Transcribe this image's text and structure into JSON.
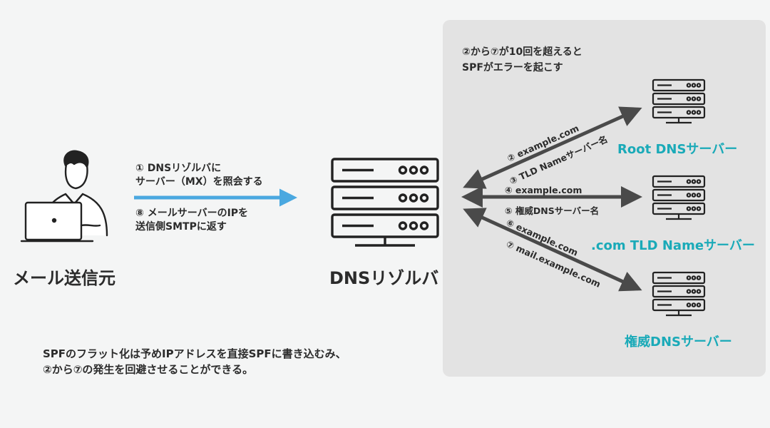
{
  "note": {
    "line1": "②から⑦が10回を超えると",
    "line2": "SPFがエラーを起こす"
  },
  "sender": {
    "label": "メール送信元"
  },
  "resolver": {
    "label": "DNSリゾルバ"
  },
  "request": {
    "line1": "① DNSリゾルバに",
    "line2": "サーバー（MX）を照会する"
  },
  "reply": {
    "line1": "⑧ メールサーバーのIPを",
    "line2": "送信側SMTPに返す"
  },
  "servers": {
    "root": "Root DNSサーバー",
    "tld": ".com TLD Nameサーバー",
    "auth": "権威DNSサーバー"
  },
  "arrows": {
    "root_1": "② example.com",
    "root_2": "③ TLD Nameサーバー名",
    "tld_1": "④ example.com",
    "tld_2": "⑤ 権威DNSサーバー名",
    "auth_1": "⑥ example.com",
    "auth_2": "⑦ mail.example.com"
  },
  "bottom_note": {
    "line1": "SPFのフラット化は予めIPアドレスを直接SPFに書き込むみ、",
    "line2": "②から⑦の発生を回避させることができる。"
  },
  "colors": {
    "panel": "#e3e3e3",
    "accent_blue": "#4aa8e0",
    "server_label": "#1aaab8",
    "arrow_dark": "#4a4a4a"
  },
  "icons": {
    "sender": "person-laptop-icon",
    "resolver": "server-icon",
    "dns_servers": "server-icon"
  }
}
